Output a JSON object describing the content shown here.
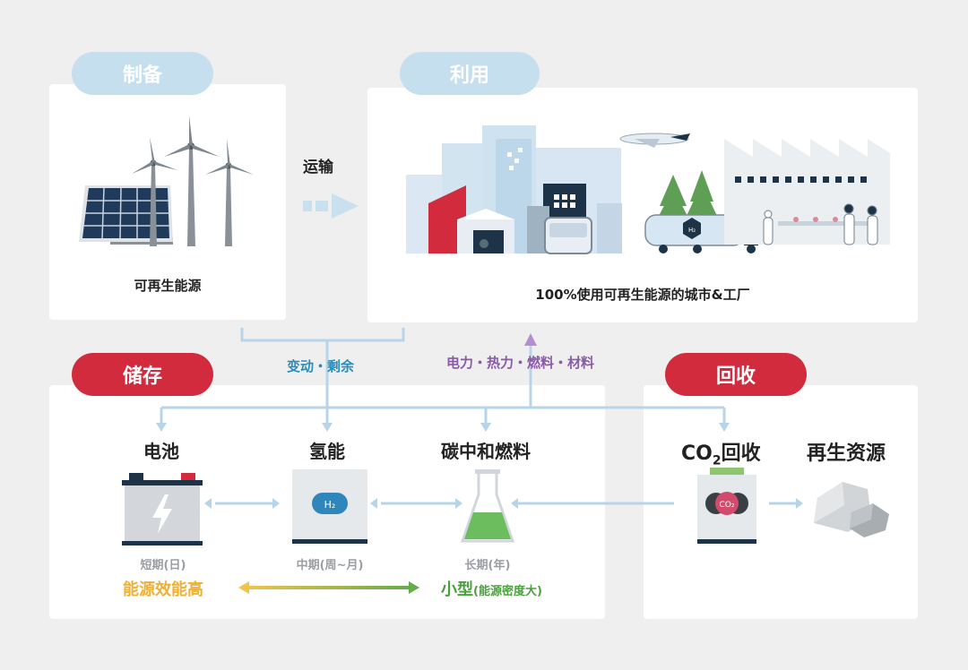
{
  "sections": {
    "production": {
      "label": "制备",
      "caption": "可再生能源"
    },
    "utilization": {
      "label": "利用",
      "caption": "100%使用可再生能源的城市&工厂"
    },
    "storage": {
      "label": "储存"
    },
    "recovery": {
      "label": "回收"
    }
  },
  "flows": {
    "transport": "运输",
    "surplus": "变动・剩余",
    "outputs": "电力・热力・燃料・材料"
  },
  "storage_items": {
    "battery": {
      "title": "电池",
      "term": "短期(日)"
    },
    "hydrogen": {
      "title": "氢能",
      "term": "中期(周~月)",
      "icon_text": "H₂"
    },
    "carbon_fuel": {
      "title": "碳中和燃料",
      "term": "长期(年)"
    }
  },
  "recovery_items": {
    "co2_prefix": "CO",
    "co2_sub": "2",
    "co2_suffix": "回收",
    "co2_icon_text": "CO₂",
    "resources": "再生资源"
  },
  "scale": {
    "efficiency": "能源效能高",
    "compact": "小型",
    "compact_note": "(能源密度大)"
  },
  "truck_label": "H₂",
  "colors": {
    "blue_pill": "#c6dfee",
    "red_pill": "#d12b3d",
    "flow_blue": "#b7d4e8",
    "surplus_text": "#2a8cb8",
    "outputs_text": "#8a5aa8",
    "efficiency_text": "#f0b030",
    "compact_text": "#4aa03c"
  }
}
